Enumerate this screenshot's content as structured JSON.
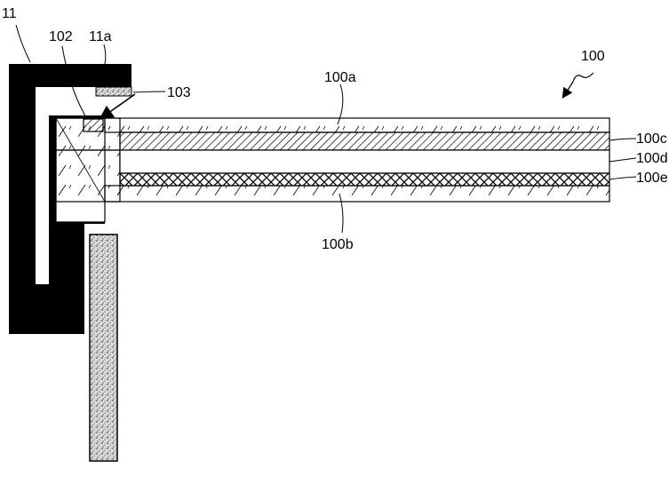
{
  "colors": {
    "ink": "#000000",
    "background": "#ffffff"
  },
  "labels": {
    "frame": "11",
    "frame_top": "11a",
    "sensor": "102",
    "element_103": "103",
    "panel": "100",
    "layer_a": "100a",
    "layer_b": "100b",
    "layer_c": "100c",
    "layer_d": "100d",
    "layer_e": "100e"
  }
}
